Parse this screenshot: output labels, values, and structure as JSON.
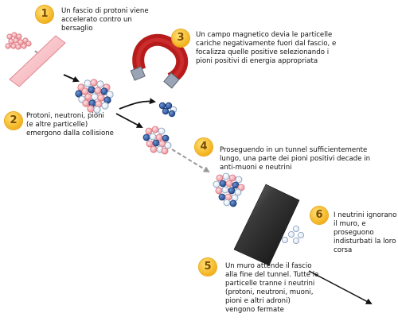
{
  "steps": [
    {
      "number": "1",
      "text": [
        "Un fascio di protoni viene",
        "accelerato contro un",
        "bersaglio"
      ]
    },
    {
      "number": "2",
      "text": [
        "Protoni, neutroni, pioni",
        "(e altre particelle)",
        "emergono dalla collisione"
      ]
    },
    {
      "number": "3",
      "text": [
        "Un campo magnetico devia le particelle",
        "cariche negativamente fuori dal fascio, e",
        "focalizza quelle positive selezionando i",
        "pioni positivi di energia appropriata"
      ]
    },
    {
      "number": "4",
      "text": [
        "Proseguendo in un tunnel sufficientemente",
        "lungo, una parte dei pioni positivi decade in",
        "anti-muoni e neutrini"
      ]
    },
    {
      "number": "5",
      "text": [
        "Un muro attende il fascio",
        "alla fine del tunnel. Tutte le",
        "particelle tranne i neutrini",
        "(protoni, neutroni, muoni,",
        "pioni e altri adroni)",
        "vengono fermate"
      ]
    },
    {
      "number": "6",
      "text": [
        "I neutrini ignorano",
        "il muro, e",
        "proseguono",
        "indisturbati la loro",
        "corsa"
      ]
    }
  ],
  "colors": {
    "proton": "#f4a3a8",
    "neutron": "#2f5fa8",
    "pion": "#ffffff",
    "target": "#f7b9bf",
    "magnet_red": "#b71c1c",
    "wall": "#222222",
    "badge": "#f3b21c"
  }
}
